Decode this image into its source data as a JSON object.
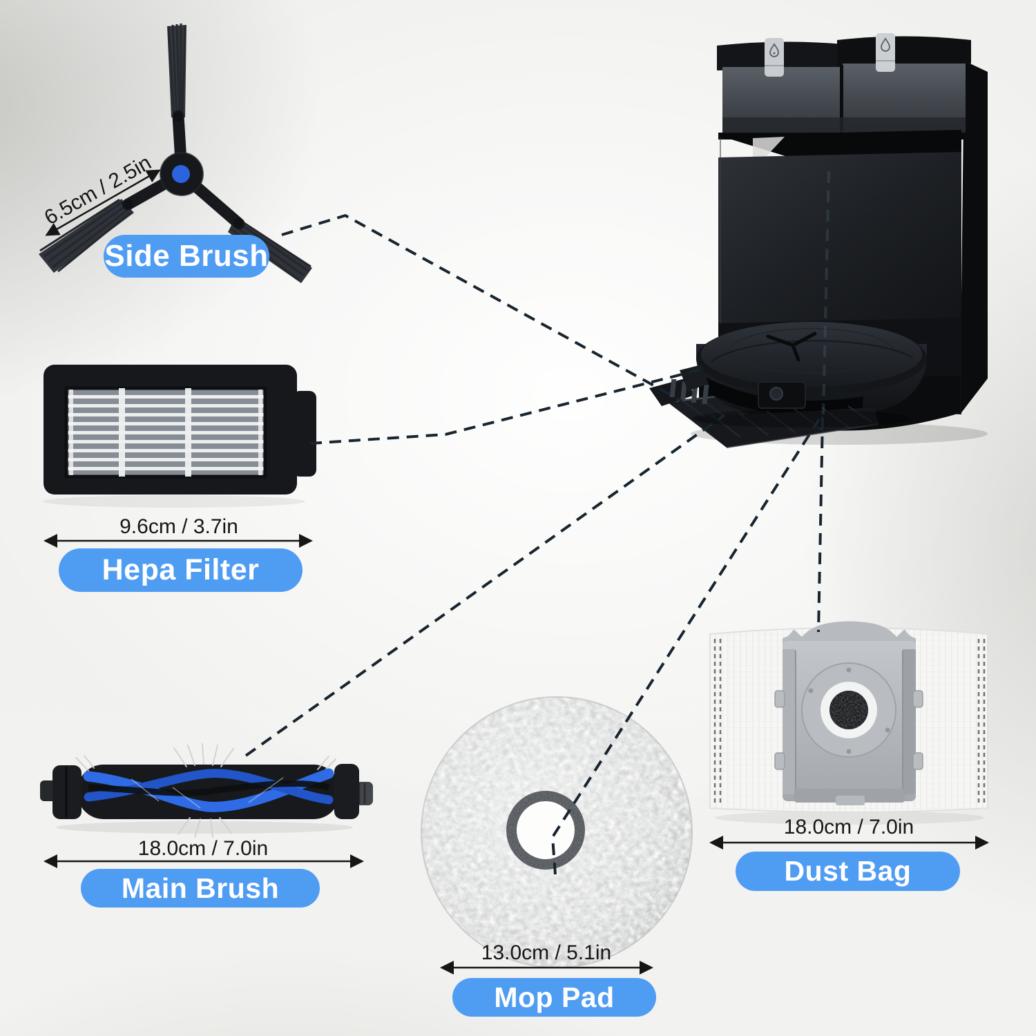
{
  "colors": {
    "label_pill": "#4F9CF3",
    "label_text": "#FFFFFF",
    "dash_line": "#18242E",
    "measure_text": "#161616",
    "brush_blue": "#2E6BE5",
    "side_brush_hub_dot": "#2C63DF"
  },
  "parts": {
    "side_brush": {
      "label": "Side Brush",
      "dimension": "6.5cm / 2.5in"
    },
    "hepa_filter": {
      "label": "Hepa Filter",
      "dimension": "9.6cm / 3.7in"
    },
    "main_brush": {
      "label": "Main Brush",
      "dimension": "18.0cm / 7.0in"
    },
    "mop_pad": {
      "label": "Mop Pad",
      "dimension": "13.0cm / 5.1in"
    },
    "dust_bag": {
      "label": "Dust Bag",
      "dimension": "18.0cm / 7.0in"
    }
  },
  "station": {
    "left_tank_icon": "dirty-water-drop-icon",
    "right_tank_icon": "clean-water-drop-icon"
  }
}
